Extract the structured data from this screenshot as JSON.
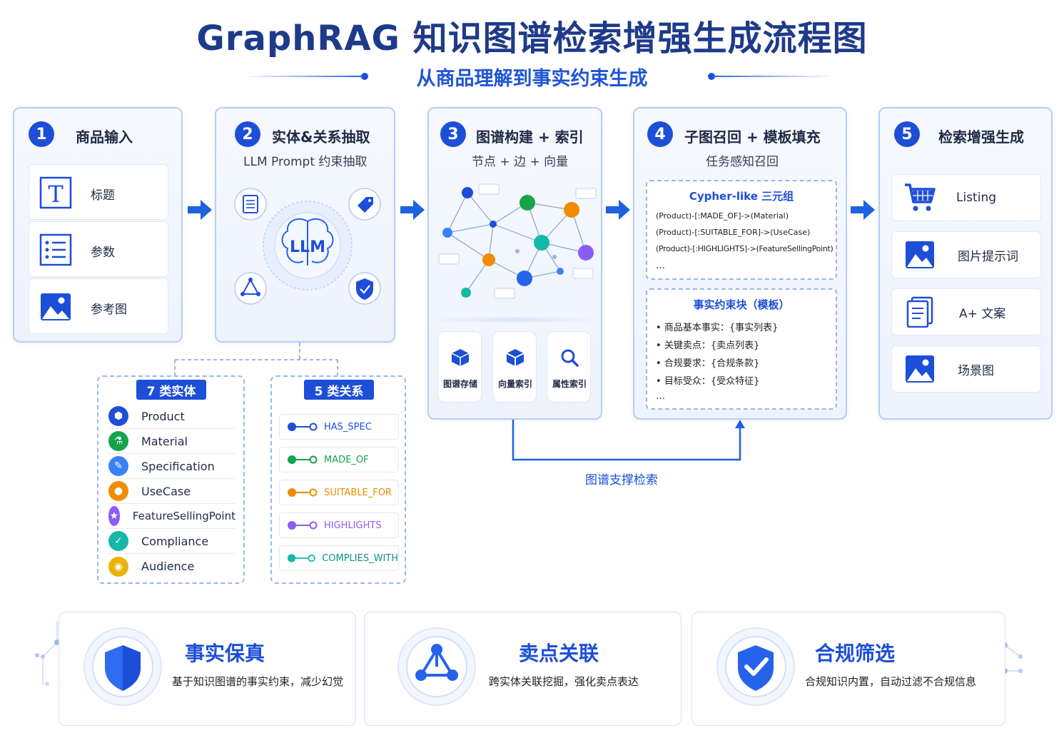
{
  "header": {
    "title": "GraphRAG 知识图谱检索增强生成流程图",
    "subtitle": "从商品理解到事实约束生成"
  },
  "stage1": {
    "num": "1",
    "title": "商品输入",
    "items": [
      {
        "label": "标题",
        "icon": "text-icon"
      },
      {
        "label": "参数",
        "icon": "list-icon"
      },
      {
        "label": "参考图",
        "icon": "image-icon"
      }
    ]
  },
  "stage2": {
    "num": "2",
    "title": "实体&关系抽取",
    "subtitle": "LLM Prompt 约束抽取",
    "center": "LLM"
  },
  "stage3": {
    "num": "3",
    "title": "图谱构建 + 索引",
    "subtitle": "节点 + 边 + 向量",
    "stores": [
      "图谱存储",
      "向量索引",
      "属性索引"
    ]
  },
  "stage4": {
    "num": "4",
    "title": "子图召回 + 模板填充",
    "subtitle": "任务感知召回",
    "cypher_title": "Cypher-like 三元组",
    "cypher_lines": [
      "(Product)-[:MADE_OF]->(Material)",
      "(Product)-[:SUITABLE_FOR]->(UseCase)",
      "(Product)-[:HIGHLIGHTS]->(FeatureSellingPoint)",
      "…"
    ],
    "fact_title": "事实约束块（模板）",
    "fact_lines": [
      "商品基本事实：{事实列表}",
      "关键卖点：{卖点列表}",
      "合规要求：{合规条款}",
      "目标受众：{受众特征}"
    ],
    "fact_ellipsis": "…"
  },
  "stage5": {
    "num": "5",
    "title": "检索增强生成",
    "outputs": [
      "Listing",
      "图片提示词",
      "A+ 文案",
      "场景图"
    ]
  },
  "entities": {
    "title": "7 类实体",
    "items": [
      {
        "name": "Product",
        "color": "#1d4ed8"
      },
      {
        "name": "Material",
        "color": "#16a34a"
      },
      {
        "name": "Specification",
        "color": "#3b82f6"
      },
      {
        "name": "UseCase",
        "color": "#f08c00"
      },
      {
        "name": "FeatureSellingPoint",
        "color": "#8b5cf6"
      },
      {
        "name": "Compliance",
        "color": "#14b8a6"
      },
      {
        "name": "Audience",
        "color": "#eab308"
      }
    ]
  },
  "relations": {
    "title": "5 类关系",
    "items": [
      {
        "name": "HAS_SPEC",
        "color": "#1d4ed8"
      },
      {
        "name": "MADE_OF",
        "color": "#16a34a"
      },
      {
        "name": "SUITABLE_FOR",
        "color": "#f08c00"
      },
      {
        "name": "HIGHLIGHTS",
        "color": "#8b5cf6"
      },
      {
        "name": "COMPLIES_WITH",
        "color": "#14b8a6"
      }
    ]
  },
  "support_label": "图谱支撑检索",
  "features": [
    {
      "title": "事实保真",
      "desc": "基于知识图谱的事实约束，减少幻觉",
      "icon": "shield-icon"
    },
    {
      "title": "卖点关联",
      "desc": "跨实体关联挖掘，强化卖点表达",
      "icon": "network-icon"
    },
    {
      "title": "合规筛选",
      "desc": "合规知识内置，自动过滤不合规信息",
      "icon": "shield-check-icon"
    }
  ]
}
